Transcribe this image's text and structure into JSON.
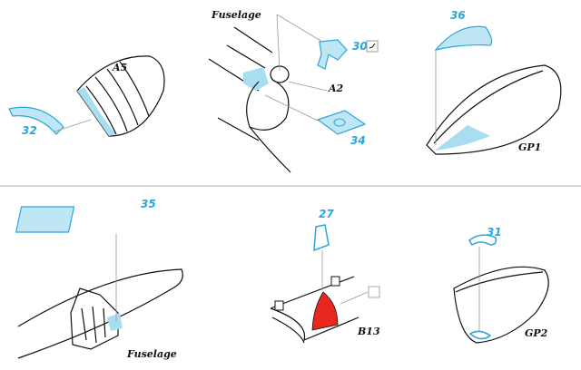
{
  "labels": {
    "a5": "A5",
    "part32": "32",
    "fuselage_top": "Fuselage",
    "part30": "30",
    "a2": "A2",
    "part34": "34",
    "part36": "36",
    "gp1": "GP1",
    "part35": "35",
    "fuselage_bottom": "Fuselage",
    "part27": "27",
    "b13": "B13",
    "part31": "31",
    "gp2": "GP2"
  },
  "colors": {
    "etch_blue": "#2aa6dc",
    "fill_blue": "#a8def0",
    "paint_red": "#e8281e"
  }
}
